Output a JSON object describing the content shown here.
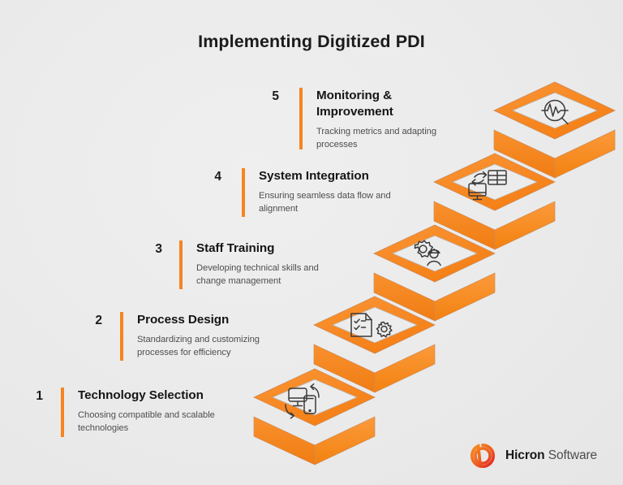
{
  "page": {
    "title": "Implementing Digitized PDI",
    "background_color": "#ececec",
    "accent_color": "#f5851f"
  },
  "steps": [
    {
      "number": "1",
      "title": "Technology Selection",
      "description": "Choosing compatible and scalable technologies",
      "icon": "monitor-mobile-sync-icon"
    },
    {
      "number": "2",
      "title": "Process Design",
      "description": "Standardizing and customizing processes for efficiency",
      "icon": "document-checklist-gear-icon"
    },
    {
      "number": "3",
      "title": "Staff Training",
      "description": "Developing technical skills and change management",
      "icon": "gear-worker-icon"
    },
    {
      "number": "4",
      "title": "System Integration",
      "description": "Ensuring seamless data flow and alignment",
      "icon": "monitor-spreadsheet-sync-icon"
    },
    {
      "number": "5",
      "title": "Monitoring & Improvement",
      "description": "Tracking metrics and adapting processes",
      "icon": "magnifier-pulse-icon"
    }
  ],
  "logo": {
    "brand": "Hicron",
    "suffix": " Software",
    "mark": "hicron-ring-logo",
    "colors": [
      "#ef7622",
      "#e8312a"
    ]
  }
}
